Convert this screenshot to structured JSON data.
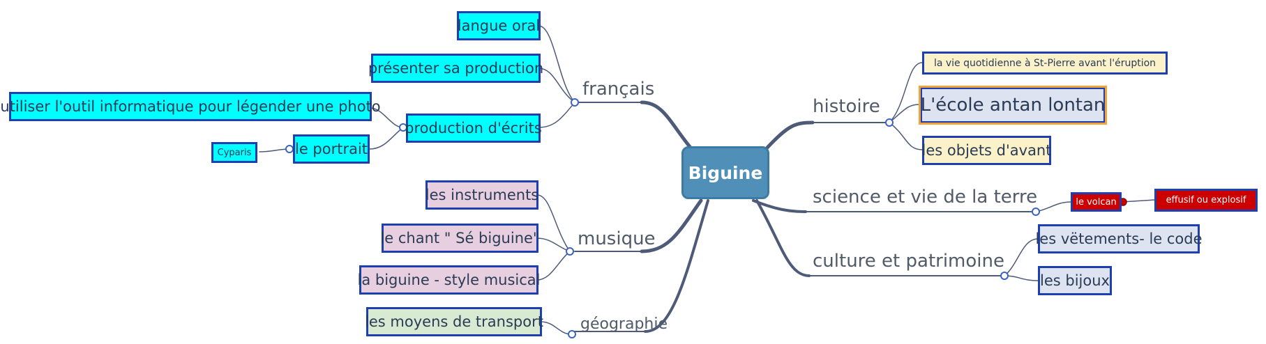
{
  "central": "Biguine",
  "branches": {
    "francais": {
      "label": "français",
      "items": [
        "langue oral",
        "présenter sa production",
        "production d'écrits"
      ],
      "production_children": [
        "utiliser l'outil informatique pour légender une photo",
        "le portrait"
      ],
      "portrait_child": "Cyparis"
    },
    "musique": {
      "label": "musique",
      "items": [
        "les instruments",
        "le chant \" Sé biguine\"",
        "la biguine - style musical"
      ]
    },
    "geographie": {
      "label": "géographie",
      "items": [
        "les moyens de transport"
      ]
    },
    "histoire": {
      "label": "histoire",
      "items": [
        "la vie quotidienne à St-Pierre avant l'éruption",
        "L'école antan lontan",
        "les objets d'avant"
      ]
    },
    "science": {
      "label": "science et vie de la terre",
      "items": [
        "le volcan"
      ],
      "volcan_child": "effusif ou explosif"
    },
    "culture": {
      "label": "culture et patrimoine",
      "items": [
        "les vëtements- le code",
        "les bijoux"
      ]
    }
  }
}
